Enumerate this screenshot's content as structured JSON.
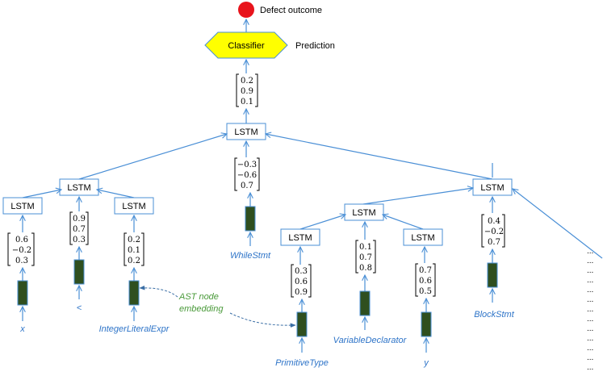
{
  "top": {
    "outcome_label": "Defect outcome",
    "classifier_label": "Classifier",
    "prediction_label": "Prediction",
    "outcome_color": "#e8141c",
    "classifier_color": "#ffff00"
  },
  "lstm_label": "LSTM",
  "root_vector": [
    "0.2",
    "0.9",
    "0.1"
  ],
  "vectors": {
    "while": [
      "−0.3",
      "−0.6",
      "0.7"
    ],
    "x": [
      "0.6",
      "−0.2",
      "0.3"
    ],
    "lt": [
      "0.9",
      "0.7",
      "0.3"
    ],
    "intlit": [
      "0.2",
      "0.1",
      "0.2"
    ],
    "primitive": [
      "0.3",
      "0.6",
      "0.9"
    ],
    "vardecl": [
      "0.1",
      "0.7",
      "0.8"
    ],
    "y": [
      "0.7",
      "0.6",
      "0.5"
    ],
    "block": [
      "0.4",
      "−0.2",
      "0.7"
    ]
  },
  "tokens": {
    "x": "x",
    "lt": "<",
    "intlit": "IntegerLiteralExpr",
    "while": "WhileStmt",
    "primitive": "PrimitiveType",
    "vardecl": "VariableDeclarator",
    "y": "y",
    "block": "BlockStmt"
  },
  "annotation": {
    "line1": "AST node",
    "line2": "embedding"
  },
  "ellipsis": [
    "...",
    "...",
    "...",
    "...",
    "...",
    "...",
    "...",
    "...",
    "...",
    "...",
    "...",
    "...",
    "...",
    "..."
  ],
  "colors": {
    "arrow": "#4a8fd6",
    "embedding_fill": "#2f4f1f",
    "token_text": "#2e74c8",
    "annotation_text": "#4a9a3a"
  }
}
